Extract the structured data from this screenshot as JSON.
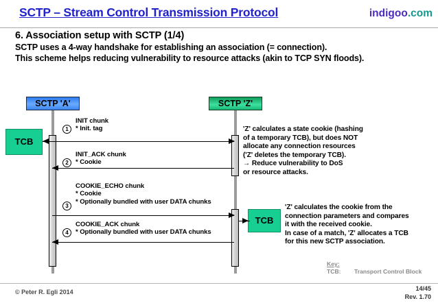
{
  "header": {
    "title": "SCTP – Stream Control Transmission Protocol",
    "brand_name": "indigoo",
    "brand_tld": ".com",
    "title_color": "#2222cc",
    "brand_color": "#4b2bbf",
    "brand_tld_color": "#139a8e"
  },
  "intro": {
    "heading": "6. Association setup with SCTP (1/4)",
    "line1": "SCTP uses a 4-way handshake for establishing an association (= connection).",
    "line2": "This scheme helps reducing vulnerability to resource attacks (akin to TCP SYN floods)."
  },
  "diagram": {
    "actors": [
      {
        "id": "a",
        "label": "SCTP 'A'",
        "color": "#3b86f2"
      },
      {
        "id": "z",
        "label": "SCTP 'Z'",
        "color": "#17b878"
      }
    ],
    "tcb_left_label": "TCB",
    "tcb_right_label": "TCB",
    "tcb_color": "#17cf93",
    "messages": [
      {
        "num": "1",
        "direction": "right",
        "line1": "INIT chunk",
        "line2": "* Init. tag",
        "line3": ""
      },
      {
        "num": "2",
        "direction": "left",
        "line1": "INIT_ACK chunk",
        "line2": "* Cookie",
        "line3": ""
      },
      {
        "num": "3",
        "direction": "right",
        "line1": "COOKIE_ECHO chunk",
        "line2": "* Cookie",
        "line3": "* Optionally bundled with user DATA chunks"
      },
      {
        "num": "4",
        "direction": "left",
        "line1": "COOKIE_ACK chunk",
        "line2": "* Optionally bundled with user DATA chunks",
        "line3": ""
      }
    ],
    "note1": {
      "l1": "'Z' calculates a state cookie (hashing",
      "l2": "of a temporary TCB), but does NOT",
      "l3": "allocate any connection resources",
      "l4": "('Z' deletes the temporary TCB).",
      "l5": "→ Reduce vulnerability to DoS",
      "l6": "or resource attacks."
    },
    "note2": {
      "l1": "'Z' calculates the cookie from the",
      "l2": "connection parameters and compares",
      "l3": "it with the received cookie.",
      "l4": "In case of a match, 'Z' allocates a TCB",
      "l5": "for this new SCTP association."
    },
    "key": {
      "title": "Key:",
      "abbr": "TCB:",
      "expansion": "Transport Control Block"
    }
  },
  "footer": {
    "copyright": "© Peter R. Egli 2014",
    "page": "14/45",
    "revision": "Rev. 1.70"
  }
}
